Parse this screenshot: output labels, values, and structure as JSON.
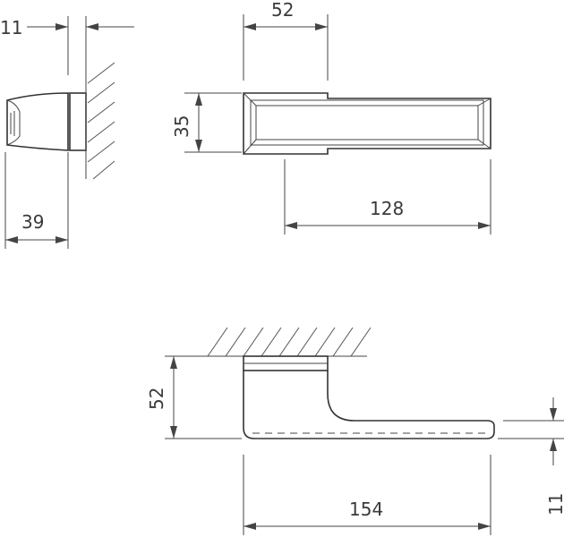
{
  "dimensions": {
    "side_top_width": "11",
    "side_length": "39",
    "top_rose_width": "52",
    "top_height": "35",
    "top_lever_length": "128",
    "front_height": "52",
    "front_lever_length": "154",
    "front_lever_thickness": "11"
  },
  "colors": {
    "line": "#444444",
    "text": "#3a3a3a",
    "background": "#ffffff"
  }
}
